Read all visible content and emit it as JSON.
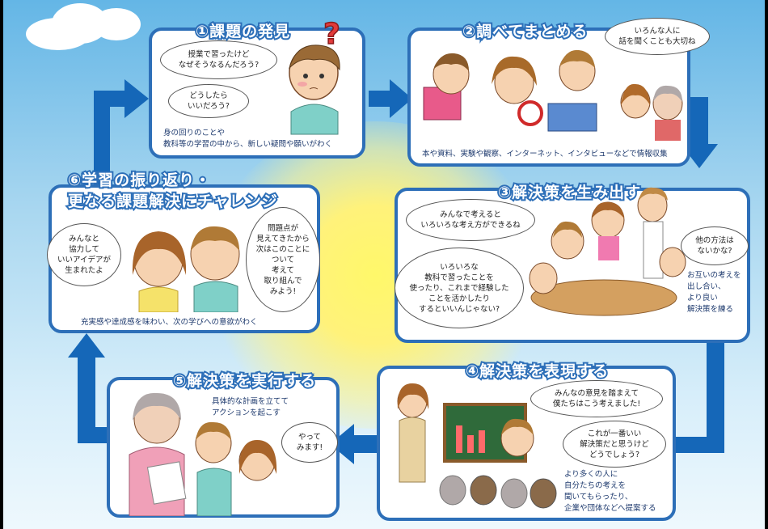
{
  "colors": {
    "frame": "#2d6fb8",
    "arrow": "#1567b8",
    "caption": "#1e3a6e"
  },
  "steps": {
    "s1": {
      "title": "①課題の発見",
      "bubble1": "授業で習ったけど\nなぜそうなるんだろう?",
      "bubble2": "どうしたら\nいいだろう?",
      "caption": "身の回りのことや\n教科等の学習の中から、新しい疑問や願いがわく"
    },
    "s2": {
      "title": "②調べてまとめる",
      "bubble1": "いろんな人に\n話を聞くことも大切ね",
      "caption": "本や資料、実験や観察、インターネット、インタビューなどで情報収集"
    },
    "s3": {
      "title": "③解決策を生み出す",
      "bubble1": "みんなで考えると\nいろいろな考え方ができるね",
      "bubble2": "いろいろな\n教科で習ったことを\n使ったり、これまで経験した\nことを活かしたり\nするといいんじゃない?",
      "bubble3": "他の方法は\nないかな?",
      "caption": "お互いの考えを\n出し合い、\nより良い\n解決策を練る"
    },
    "s4": {
      "title": "④解決策を表現する",
      "bubble1": "みんなの意見を踏まえて\n僕たちはこう考えました!",
      "bubble2": "これが一番いい\n解決策だと思うけど\nどうでしょう?",
      "caption": "より多くの人に\n自分たちの考えを\n聞いてもらったり、\n企業や団体などへ提案する"
    },
    "s5": {
      "title": "⑤解決策を実行する",
      "caption": "具体的な計画を立てて\nアクションを起こす",
      "bubble1": "やって\nみます!"
    },
    "s6": {
      "title_line1": "⑥学習の振り返り・",
      "title_line2": "更なる課題解決にチャレンジ",
      "bubble1": "みんなと\n協力して\nいいアイデアが\n生まれたよ",
      "bubble2": "問題点が\n見えてきたから\n次はこのことに\nついて\n考えて\n取り組んで\nみよう!",
      "caption": "充実感や達成感を味わい、次の学びへの意欲がわく"
    }
  },
  "question_mark": "?"
}
